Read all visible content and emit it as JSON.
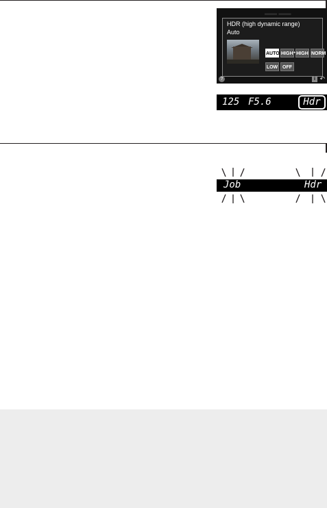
{
  "lcd": {
    "title": "HDR (high dynamic range)",
    "current_value": "Auto",
    "options_row1": [
      {
        "label": "AUTO",
        "selected": true
      },
      {
        "label": "HIGH⁺",
        "selected": false
      },
      {
        "label": "HIGH",
        "selected": false
      },
      {
        "label": "NORM",
        "selected": false
      }
    ],
    "options_row2": [
      {
        "label": "LOW",
        "selected": false
      },
      {
        "label": "OFF",
        "selected": false
      }
    ],
    "help_icon": "question-icon",
    "info_icon": "info-icon",
    "back_icon": "return-arrow-icon"
  },
  "control_panel": {
    "shutter": "125",
    "aperture": "F5.6",
    "hdr_indicator": "Hdr"
  },
  "blink_display": {
    "left_text": "Job",
    "right_text": "Hdr"
  },
  "colors": {
    "panel_bg": "#000000",
    "panel_text": "#ffffff",
    "rule": "#231f20",
    "footer_bg": "#ededed"
  }
}
